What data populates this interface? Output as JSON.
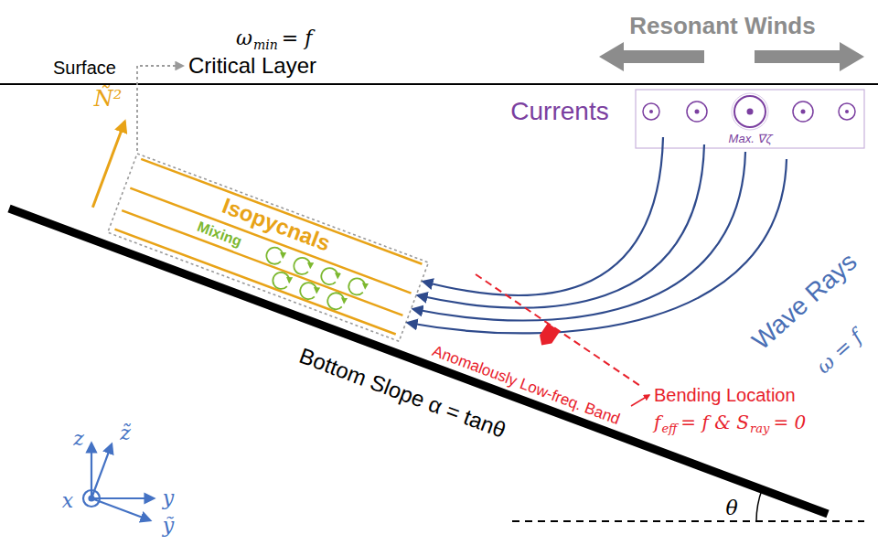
{
  "diagram": {
    "labels": [
      "Surface",
      "Resonant Winds",
      "Currents",
      "Max. ∇ζ̄",
      "ω",
      "min",
      "= f",
      "Critical Layer",
      "Ñ²",
      "Isopycnals",
      "Mixing",
      "Wave Rays",
      "ω = f",
      "Anomalously Low-freq. Band",
      "Bending Location",
      "f",
      "eff",
      "= f & S",
      "ray",
      "= 0",
      "Bottom Slope α = tanθ",
      "θ",
      "z",
      "z̃",
      "x",
      "y",
      "ỹ"
    ]
  }
}
